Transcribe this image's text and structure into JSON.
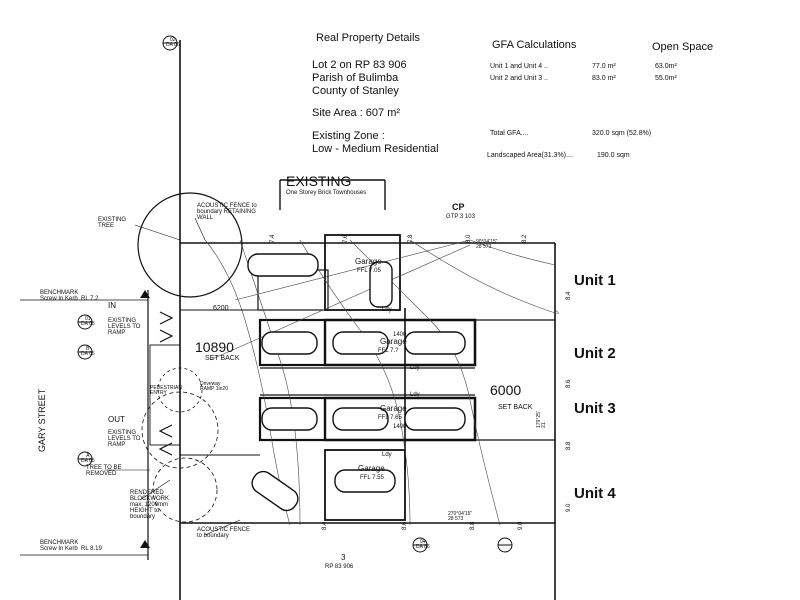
{
  "property": {
    "heading": "Real Property Details",
    "lot": "Lot 2  on RP 83 906",
    "parish": "Parish of Bulimba",
    "county": "County of Stanley",
    "site_area": "Site Area : 607 m²",
    "zone_label": "Existing Zone :",
    "zone_value": "Low - Medium Residential"
  },
  "gfa": {
    "heading": "GFA Calculations",
    "open_space_heading": "Open Space",
    "rows": [
      {
        "label": "Unit 1  and Unit 4 ..",
        "area": "77.0  m²",
        "open": "63.0m²"
      },
      {
        "label": "Unit 2  and Unit 3 ..",
        "area": "83.0  m²",
        "open": "55.0m²"
      }
    ],
    "total_label": "Total GFA....",
    "total_value": "320.0  sqm (52.8%)",
    "landscaped_label": "Landscaped Area(31.3%)....",
    "landscaped_value": "190.0  sqm"
  },
  "plan": {
    "existing_title": "EXISTING",
    "existing_sub": "One Storey Brick Townhouses",
    "cp": "CP",
    "gtp": "GTP 3 103",
    "units": [
      "Unit 1",
      "Unit 2",
      "Unit 3",
      "Unit 4"
    ],
    "street": "GARY STREET",
    "in_label": "IN",
    "out_label": "OUT",
    "existing_levels": "EXISTING\nLEVELS TO\nRAMP",
    "existing_tree": "EXISTING\nTREE",
    "acoustic_top": "ACOUSTIC FENCE to\nboundary RETAINING\nWALL",
    "acoustic_bottom": "ACOUSTIC FENCE\nto boundary",
    "benchmark_top": "BENCHMARK\nScrew In Kerb  RL 7.2",
    "benchmark_bottom": "BENCHMARK\nScrew In Kerb  RL 8.19",
    "tree_removed": "TREE TO BE\nREMOVED",
    "rendered_block": "RENDERED\nBLOCKWORK\nmax. 1200mm\nHEIGHT to\nboundary",
    "setback_left_value": "10890",
    "setback_left_label": "SET BACK",
    "setback_right_value": "6000",
    "setback_right_label": "SET BACK",
    "dim_6200": "6200",
    "garage": "Garage",
    "ffl_top": "FFL 7.05",
    "ffl_u2": "FFL 7.?",
    "ffl_u3": "FFL 7.65",
    "ffl_bottom": "FFL 7.55",
    "dim_1400": "1400",
    "ldy": "Ldy",
    "pedestrian": "PEDESTRIAN\nENTRY",
    "driveway": "Driveway\nRAMP 1in20",
    "lot3": "3",
    "rp_bottom": "RP 83 906",
    "bearing_top": "90°04'15\"\n28 573",
    "bearing_bottom": "270°04'15\"\n28 573",
    "bearing_right": "179°25'\n21.",
    "levels_top": [
      "7.4",
      "7.6",
      "7.8",
      "8.0",
      "8.2"
    ],
    "levels_right": [
      "8.4",
      "8.6",
      "8.8",
      "9.0"
    ],
    "levels_bottom": [
      "8.4",
      "8.6",
      "8.8",
      "9.0"
    ],
    "marker_top": "02\nDA 06",
    "marker_left_1": "01\nDA 05",
    "marker_left_2": "B\nDA 05",
    "marker_left_3": "A\nDA 05",
    "marker_bottom": "04\nDA 06"
  }
}
